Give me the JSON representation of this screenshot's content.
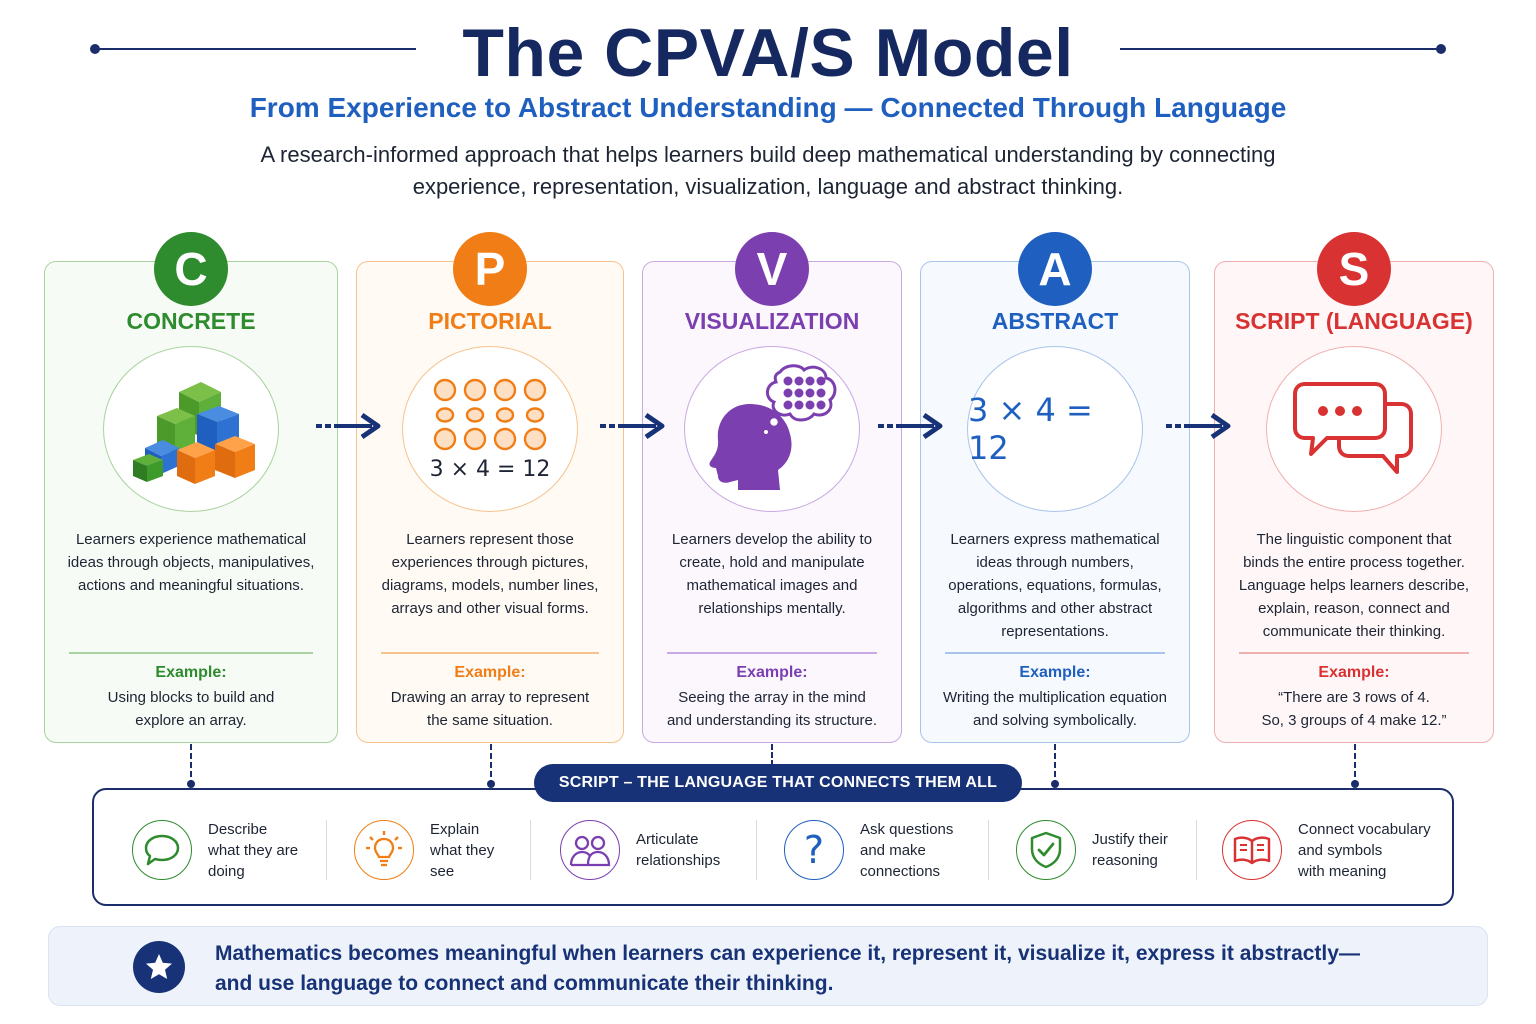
{
  "header": {
    "title": "The CPVA/S Model",
    "subtitle": "From Experience to Abstract Understanding — Connected Through Language",
    "intro_line1": "A research-informed approach that helps learners build deep mathematical understanding by connecting",
    "intro_line2": "experience, representation, visualization, language and abstract thinking."
  },
  "stages": [
    {
      "letter": "C",
      "name": "CONCRETE",
      "color": "#2e8b2e",
      "icon": "stacked-blocks-icon",
      "desc_lines": [
        "Learners experience mathematical",
        "ideas through objects, manipulatives,",
        "actions and meaningful situations."
      ],
      "example_label": "Example:",
      "example_lines": [
        "Using blocks to build and",
        "explore an array."
      ]
    },
    {
      "letter": "P",
      "name": "PICTORIAL",
      "color": "#f07d16",
      "icon": "dot-array-icon",
      "equation": "3 × 4 = 12",
      "desc_lines": [
        "Learners represent those",
        "experiences through pictures,",
        "diagrams, models, number lines,",
        "arrays and other visual forms."
      ],
      "example_label": "Example:",
      "example_lines": [
        "Drawing an array to represent",
        "the same situation."
      ]
    },
    {
      "letter": "V",
      "name": "VISUALIZATION",
      "color": "#7b3fb0",
      "icon": "thinking-head-icon",
      "desc_lines": [
        "Learners develop the ability to",
        "create, hold and manipulate",
        "mathematical images and",
        "relationships mentally."
      ],
      "example_label": "Example:",
      "example_lines": [
        "Seeing the array in the mind",
        "and understanding its structure."
      ]
    },
    {
      "letter": "A",
      "name": "ABSTRACT",
      "color": "#1f5fbf",
      "icon": "equation-icon",
      "equation": "3 × 4 = 12",
      "desc_lines": [
        "Learners express mathematical",
        "ideas through numbers,",
        "operations, equations, formulas,",
        "algorithms and other abstract",
        "representations."
      ],
      "example_label": "Example:",
      "example_lines": [
        "Writing the multiplication equation",
        "and solving symbolically."
      ]
    },
    {
      "letter": "S",
      "name": "SCRIPT (LANGUAGE)",
      "color": "#d93232",
      "icon": "speech-bubbles-icon",
      "desc_lines": [
        "The linguistic component that",
        "binds the entire process together.",
        "Language helps learners describe,",
        "explain, reason, connect and",
        "communicate their thinking."
      ],
      "example_label": "Example:",
      "example_lines": [
        "“There are 3 rows of 4.",
        "So, 3 groups of 4 make 12.”"
      ]
    }
  ],
  "script_banner": "SCRIPT – THE LANGUAGE THAT CONNECTS THEM ALL",
  "skills": [
    {
      "icon": "speech-bubble-icon",
      "color": "#2e8b2e",
      "lines": [
        "Describe",
        "what they are",
        "doing"
      ]
    },
    {
      "icon": "lightbulb-icon",
      "color": "#f07d16",
      "lines": [
        "Explain",
        "what they",
        "see"
      ]
    },
    {
      "icon": "people-icon",
      "color": "#7b3fb0",
      "lines": [
        "Articulate",
        "relationships"
      ]
    },
    {
      "icon": "question-mark-icon",
      "color": "#1f5fbf",
      "lines": [
        "Ask questions",
        "and make",
        "connections"
      ]
    },
    {
      "icon": "shield-check-icon",
      "color": "#2e8b2e",
      "lines": [
        "Justify their",
        "reasoning"
      ]
    },
    {
      "icon": "open-book-icon",
      "color": "#d93232",
      "lines": [
        "Connect vocabulary",
        "and symbols",
        "with meaning"
      ]
    }
  ],
  "footer": {
    "icon": "star-icon",
    "line1": "Mathematics becomes meaningful when learners can experience it, represent it, visualize it, express it abstractly—",
    "line2": "and use language to connect and communicate their thinking."
  }
}
